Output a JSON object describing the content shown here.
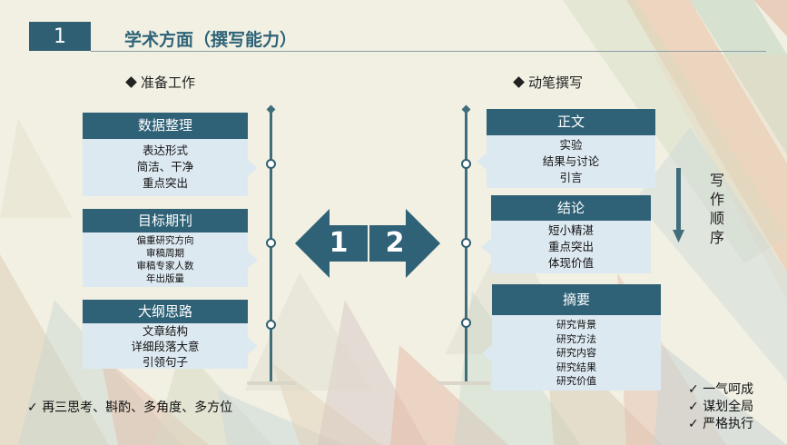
{
  "header": {
    "number": "1",
    "title": "学术方面（撰写能力）"
  },
  "left": {
    "section_title": "准备工作",
    "cards": [
      {
        "title": "数据整理",
        "items": [
          "表达形式",
          "简洁、干净",
          "重点突出"
        ]
      },
      {
        "title": "目标期刊",
        "items": [
          "偏重研究方向",
          "审稿周期",
          "审稿专家人数",
          "年出版量"
        ]
      },
      {
        "title": "大纲思路",
        "items": [
          "文章结构",
          "详细段落大意",
          "引领句子"
        ]
      }
    ]
  },
  "right": {
    "section_title": "动笔撰写",
    "cards": [
      {
        "title": "正文",
        "items": [
          "实验",
          "结果与讨论",
          "引言"
        ]
      },
      {
        "title": "结论",
        "items": [
          "短小精湛",
          "重点突出",
          "体现价值"
        ]
      },
      {
        "title": "摘要",
        "items": [
          "研究背景",
          "研究方法",
          "研究内容",
          "研究结果",
          "研究价值"
        ]
      }
    ]
  },
  "arrows": {
    "left_label": "1",
    "right_label": "2"
  },
  "side_label": [
    "写",
    "作",
    "顺",
    "序"
  ],
  "bottom_left": "再三思考、斟酌、多角度、多方位",
  "bottom_right": [
    "一气呵成",
    "谋划全局",
    "严格执行"
  ],
  "colors": {
    "accent": "#2f6177",
    "card_body": "#dde9f1",
    "background": "#f1f0e3"
  }
}
